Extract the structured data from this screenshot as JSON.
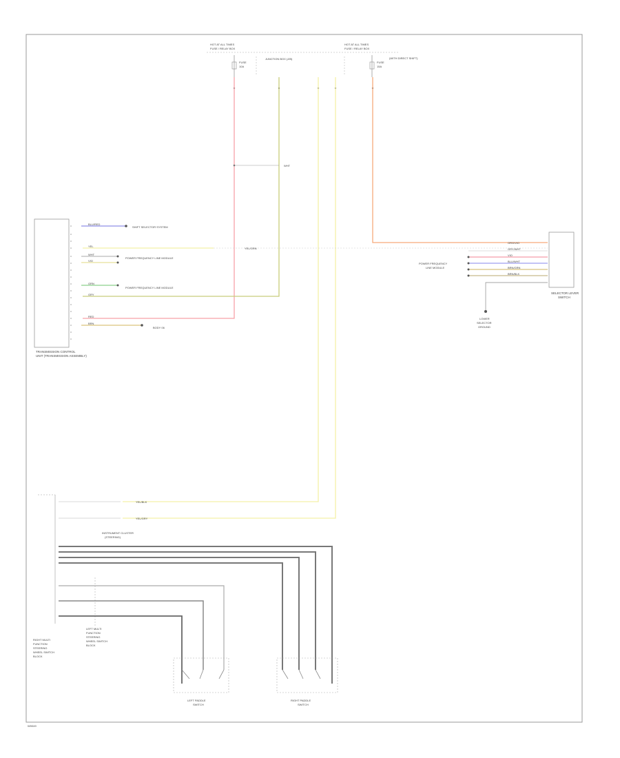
{
  "title": "",
  "header_left": {
    "line1": "HOT AT ALL TIMES",
    "line2": "FUSE / RELAY BOX"
  },
  "header_right": {
    "line1": "HOT AT ALL TIMES",
    "line2": "FUSE / RELAY BOX"
  },
  "header_center": "JUNCTION BOX (J/B)",
  "fuse_left": {
    "name": "FUSE",
    "amps": "10A"
  },
  "fuse_right": {
    "name": "FUSE",
    "amps": "15A"
  },
  "fuse_right_note": "(WITH DIRECT SHIFT)",
  "tcm_label": {
    "line1": "TRANSMISSION CONTROL",
    "line2": "UNIT (TRANSMISSION ASSEMBLY)"
  },
  "tcm_wires": [
    {
      "color": "BLU/RED",
      "dest": "SHIFT SELECTOR SYSTEM"
    },
    {
      "color": "YEL",
      "dest": ""
    },
    {
      "color": "WHT",
      "dest": "POWER FREQUENCY LINE MODULE"
    },
    {
      "color": "VIO",
      "dest": ""
    },
    {
      "color": "GRN",
      "dest": "POWER FREQUENCY LINE MODULE"
    },
    {
      "color": "GRY",
      "dest": ""
    },
    {
      "color": "RED",
      "dest": ""
    },
    {
      "color": "BRN",
      "dest": "BODY 06"
    }
  ],
  "splice_label": "WHT",
  "mid_label": "YEL/GRN",
  "selector_label": {
    "line1": "SELECTOR LEVER",
    "line2": "SWITCH"
  },
  "selector_wires": [
    "ORG/VIO",
    "GRY/WHT",
    "VIO",
    "BLU/WHT",
    "BRN/GRN",
    "BRN/BLK"
  ],
  "selector_mod": {
    "line1": "POWER FREQUENCY",
    "line2": "LINE MODULE"
  },
  "selector_ground": {
    "line1": "LOWER",
    "line2": "SELECTOR",
    "line3": "GROUND"
  },
  "cluster_label": {
    "line1": "INSTRUMENT CLUSTER",
    "line2": "(STEERING)"
  },
  "lower_wires": [
    "YEL/BLK",
    "YEL/GRY"
  ],
  "right_block_label": {
    "line1": "RIGHT MULTI",
    "line2": "FUNCTION",
    "line3": "STEERING",
    "line4": "WHEEL SWITCH",
    "line5": "BLOCK"
  },
  "left_block_label": {
    "line1": "LEFT MULTI",
    "line2": "FUNCTION",
    "line3": "STEERING",
    "line4": "WHEEL SWITCH",
    "line5": "BLOCK"
  },
  "left_paddle": {
    "line1": "LEFT PADDLE",
    "line2": "SWITCH"
  },
  "right_paddle": {
    "line1": "RIGHT PADDLE",
    "line2": "SWITCH"
  },
  "footer_code": "W0049"
}
